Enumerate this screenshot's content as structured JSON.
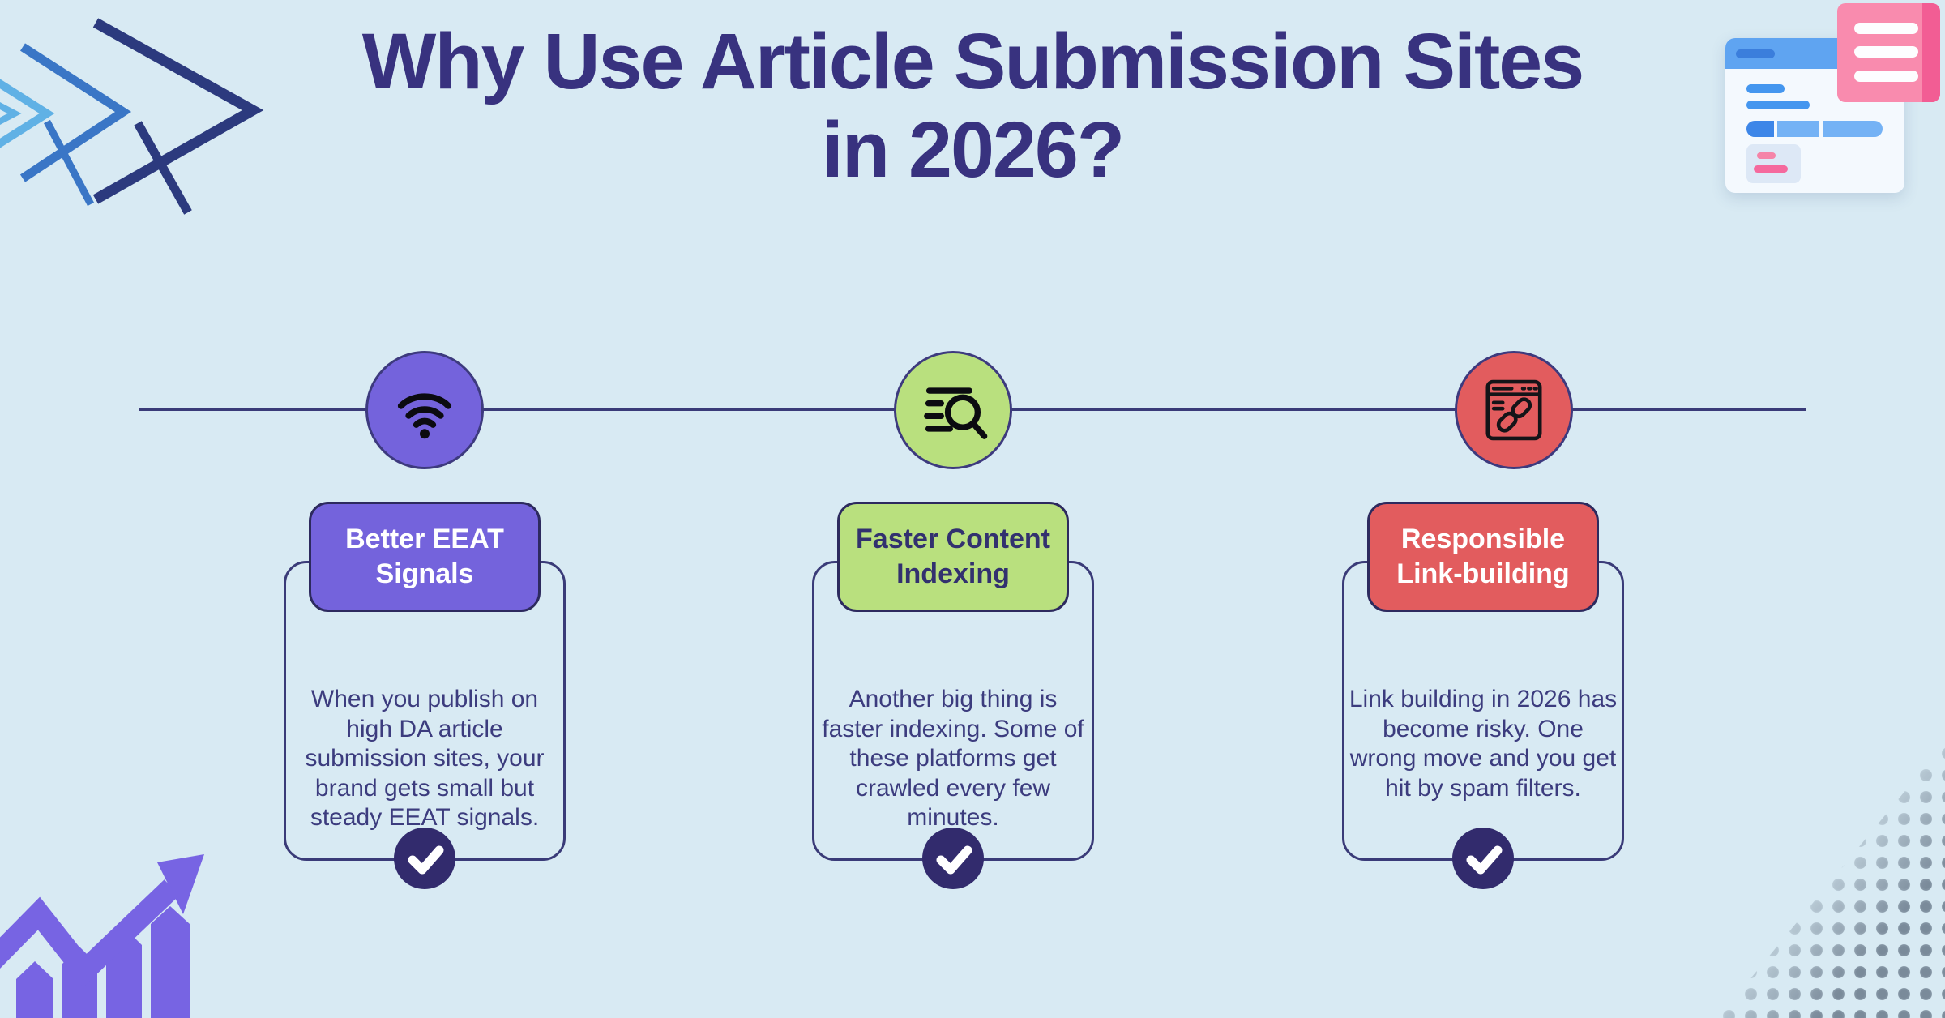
{
  "title": {
    "line1": "Why Use Article Submission Sites",
    "line2": "in 2026?"
  },
  "columns": [
    {
      "icon": "wifi-icon",
      "header": "Better EEAT Signals",
      "body": "When you publish on high DA article submission sites, your brand gets small but steady EEAT signals.",
      "accent": "#7463dc",
      "header_text_color": "#ffffff"
    },
    {
      "icon": "search-list-icon",
      "header": "Faster Content Indexing",
      "body": "Another big thing is faster indexing. Some of these platforms get crawled every few minutes.",
      "accent": "#b9e07e",
      "header_text_color": "#32316f"
    },
    {
      "icon": "browser-link-icon",
      "header": "Responsible Link-building",
      "body": "Link building in 2026 has become risky. One wrong move and you get hit by spam filters.",
      "accent": "#e25c5e",
      "header_text_color": "#ffffff"
    }
  ],
  "colors": {
    "background": "#d8eaf3",
    "title_text": "#38327f",
    "body_text": "#3c3c7e",
    "line_navy": "#3a3b78",
    "header_border": "#2d2a5e",
    "check_badge": "#322b6d",
    "check_mark": "#ffffff",
    "decor_purple": "#7764e3",
    "chevron_navy": "#2c3a7e",
    "chevron_blue": "#3a76c6",
    "chevron_light_blue": "#60b1e5",
    "browser_blue": "#5fa4f1",
    "browser_blue_dark": "#3b7edc",
    "menu_pink": "#f98bae",
    "menu_pink_dark": "#f25d94",
    "dots_gray": "#788898"
  }
}
